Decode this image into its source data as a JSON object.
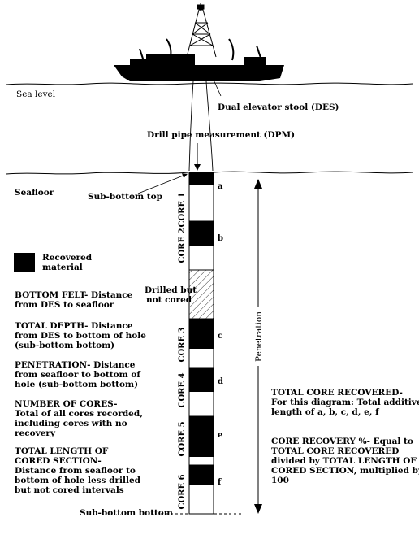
{
  "labels": {
    "sea_level": "Sea level",
    "des": "Dual elevator stool (DES)",
    "dpm": "Drill pipe measurement (DPM)",
    "seafloor": "Seafloor",
    "sub_bottom_top": "Sub-bottom top",
    "sub_bottom_bottom": "Sub-bottom bottom",
    "drilled_not_cored_1": "Drilled but",
    "drilled_not_cored_2": "not cored",
    "penetration": "Penetration"
  },
  "legend": {
    "recovered_line1": "Recovered",
    "recovered_line2": "material"
  },
  "cores": [
    {
      "label": "CORE 1",
      "letter": "a"
    },
    {
      "label": "CORE 2",
      "letter": "b"
    },
    {
      "label": "CORE 3",
      "letter": "c"
    },
    {
      "label": "CORE 4",
      "letter": "d"
    },
    {
      "label": "CORE 5",
      "letter": "e"
    },
    {
      "label": "CORE 6",
      "letter": "f"
    }
  ],
  "definitions": [
    {
      "lines": [
        {
          "t": "BOTTOM FELT- Distance",
          "b": true
        },
        {
          "t": "from DES to seafloor",
          "b": true
        }
      ]
    },
    {
      "lines": [
        {
          "t": "TOTAL DEPTH- Distance",
          "b": true
        },
        {
          "t": "from DES to bottom of hole",
          "b": true
        },
        {
          "t": "(sub-bottom bottom)",
          "b": true
        }
      ]
    },
    {
      "lines": [
        {
          "t": "PENETRATION- Distance",
          "b": true
        },
        {
          "t": "from seafloor to bottom of",
          "b": true
        },
        {
          "t": "hole (sub-bottom bottom)",
          "b": true
        }
      ]
    },
    {
      "lines": [
        {
          "t": "NUMBER OF CORES-",
          "b": true
        },
        {
          "t": "Total of all cores recorded,",
          "b": true
        },
        {
          "t": "including cores with no",
          "b": true
        },
        {
          "t": "recovery",
          "b": true
        }
      ]
    },
    {
      "lines": [
        {
          "t": "TOTAL LENGTH OF",
          "b": true
        },
        {
          "t": "CORED SECTION-",
          "b": true
        },
        {
          "t": "Distance from seafloor to",
          "b": true
        },
        {
          "t": "bottom of hole less drilled",
          "b": true
        },
        {
          "t": "but not cored intervals",
          "b": true
        }
      ]
    }
  ],
  "right_notes": [
    {
      "lines": [
        "TOTAL CORE RECOVERED-",
        "For this diagram: Total additive",
        "length of a, b, c, d, e, f"
      ]
    },
    {
      "lines": [
        "CORE RECOVERY %- Equal to",
        "TOTAL CORE RECOVERED",
        "divided by TOTAL LENGTH OF",
        "CORED SECTION, multiplied by",
        "100"
      ]
    }
  ],
  "colors": {
    "ink": "#000000",
    "paper": "#ffffff"
  }
}
